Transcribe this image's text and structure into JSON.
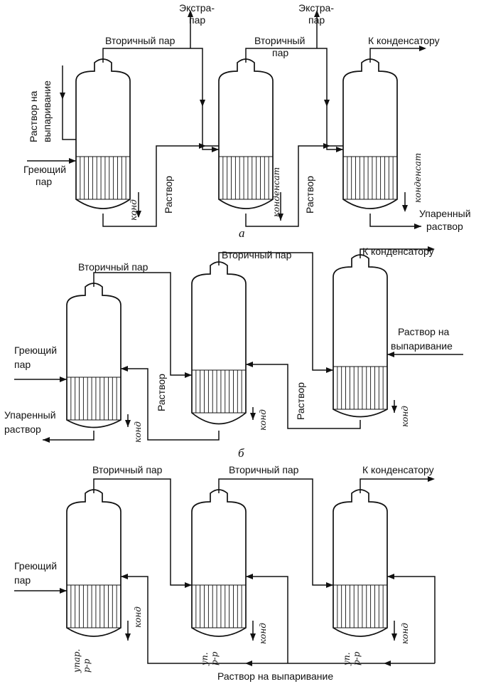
{
  "labels": {
    "secondary_steam": "Вторичный пар",
    "secondary_a": "Вторичный",
    "secondary_b": "пар",
    "extra_a": "Экстра-",
    "extra_b": "пар",
    "to_condenser": "К конденсатору",
    "feed_a": "Раствор на",
    "feed_b": "выпаривание",
    "feed_full": "Раствор на выпаривание",
    "heating_a": "Греющий",
    "heating_b": "пар",
    "solution": "Раствор",
    "evap_a": "Упаренный",
    "evap_b": "раствор"
  },
  "handwritten": {
    "kond": "конд",
    "kondensat": "конденсат",
    "up_a": "уп.",
    "up_b": "р-р",
    "upar_a": "упар.",
    "upar_b": "р-р"
  },
  "captions": {
    "a": "а",
    "b": "б"
  }
}
